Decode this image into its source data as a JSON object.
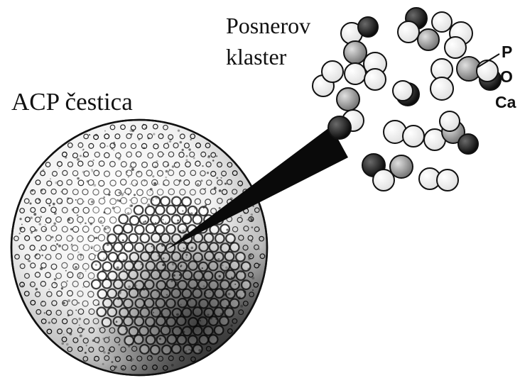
{
  "labels": {
    "particle": "ACP čestica",
    "cluster_line1": "Posnerov",
    "cluster_line2": "klaster"
  },
  "atom_labels": {
    "phosphorus": "P",
    "oxygen": "O",
    "calcium": "Ca"
  },
  "colors": {
    "ink": "#111111",
    "oxygen_fill": "#ffffff",
    "phosphorus_fill": "#9a9a9a",
    "calcium_fill": "#1a1a1a"
  }
}
